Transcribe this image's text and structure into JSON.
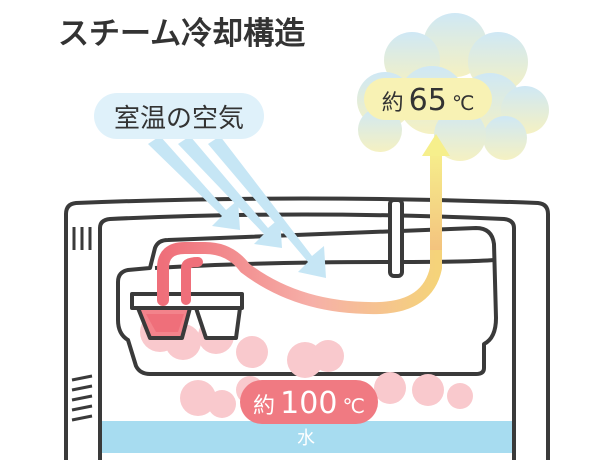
{
  "title": "スチーム冷却構造",
  "labels": {
    "room_air": "室温の空気",
    "steam_temp_prefix": "約",
    "steam_temp_value": "65",
    "steam_temp_unit": "℃",
    "boil_temp_prefix": "約",
    "boil_temp_value": "100",
    "boil_temp_unit": "℃",
    "water": "水"
  },
  "colors": {
    "outline": "#3a3a3a",
    "water": "#a7dcf0",
    "air_arrow": "#c6e6f5",
    "steam_pill": "#f8f2b4",
    "boil_pill": "#f07a82",
    "bubble": "#f9c9cd",
    "cloud": "#d5ecf6"
  }
}
